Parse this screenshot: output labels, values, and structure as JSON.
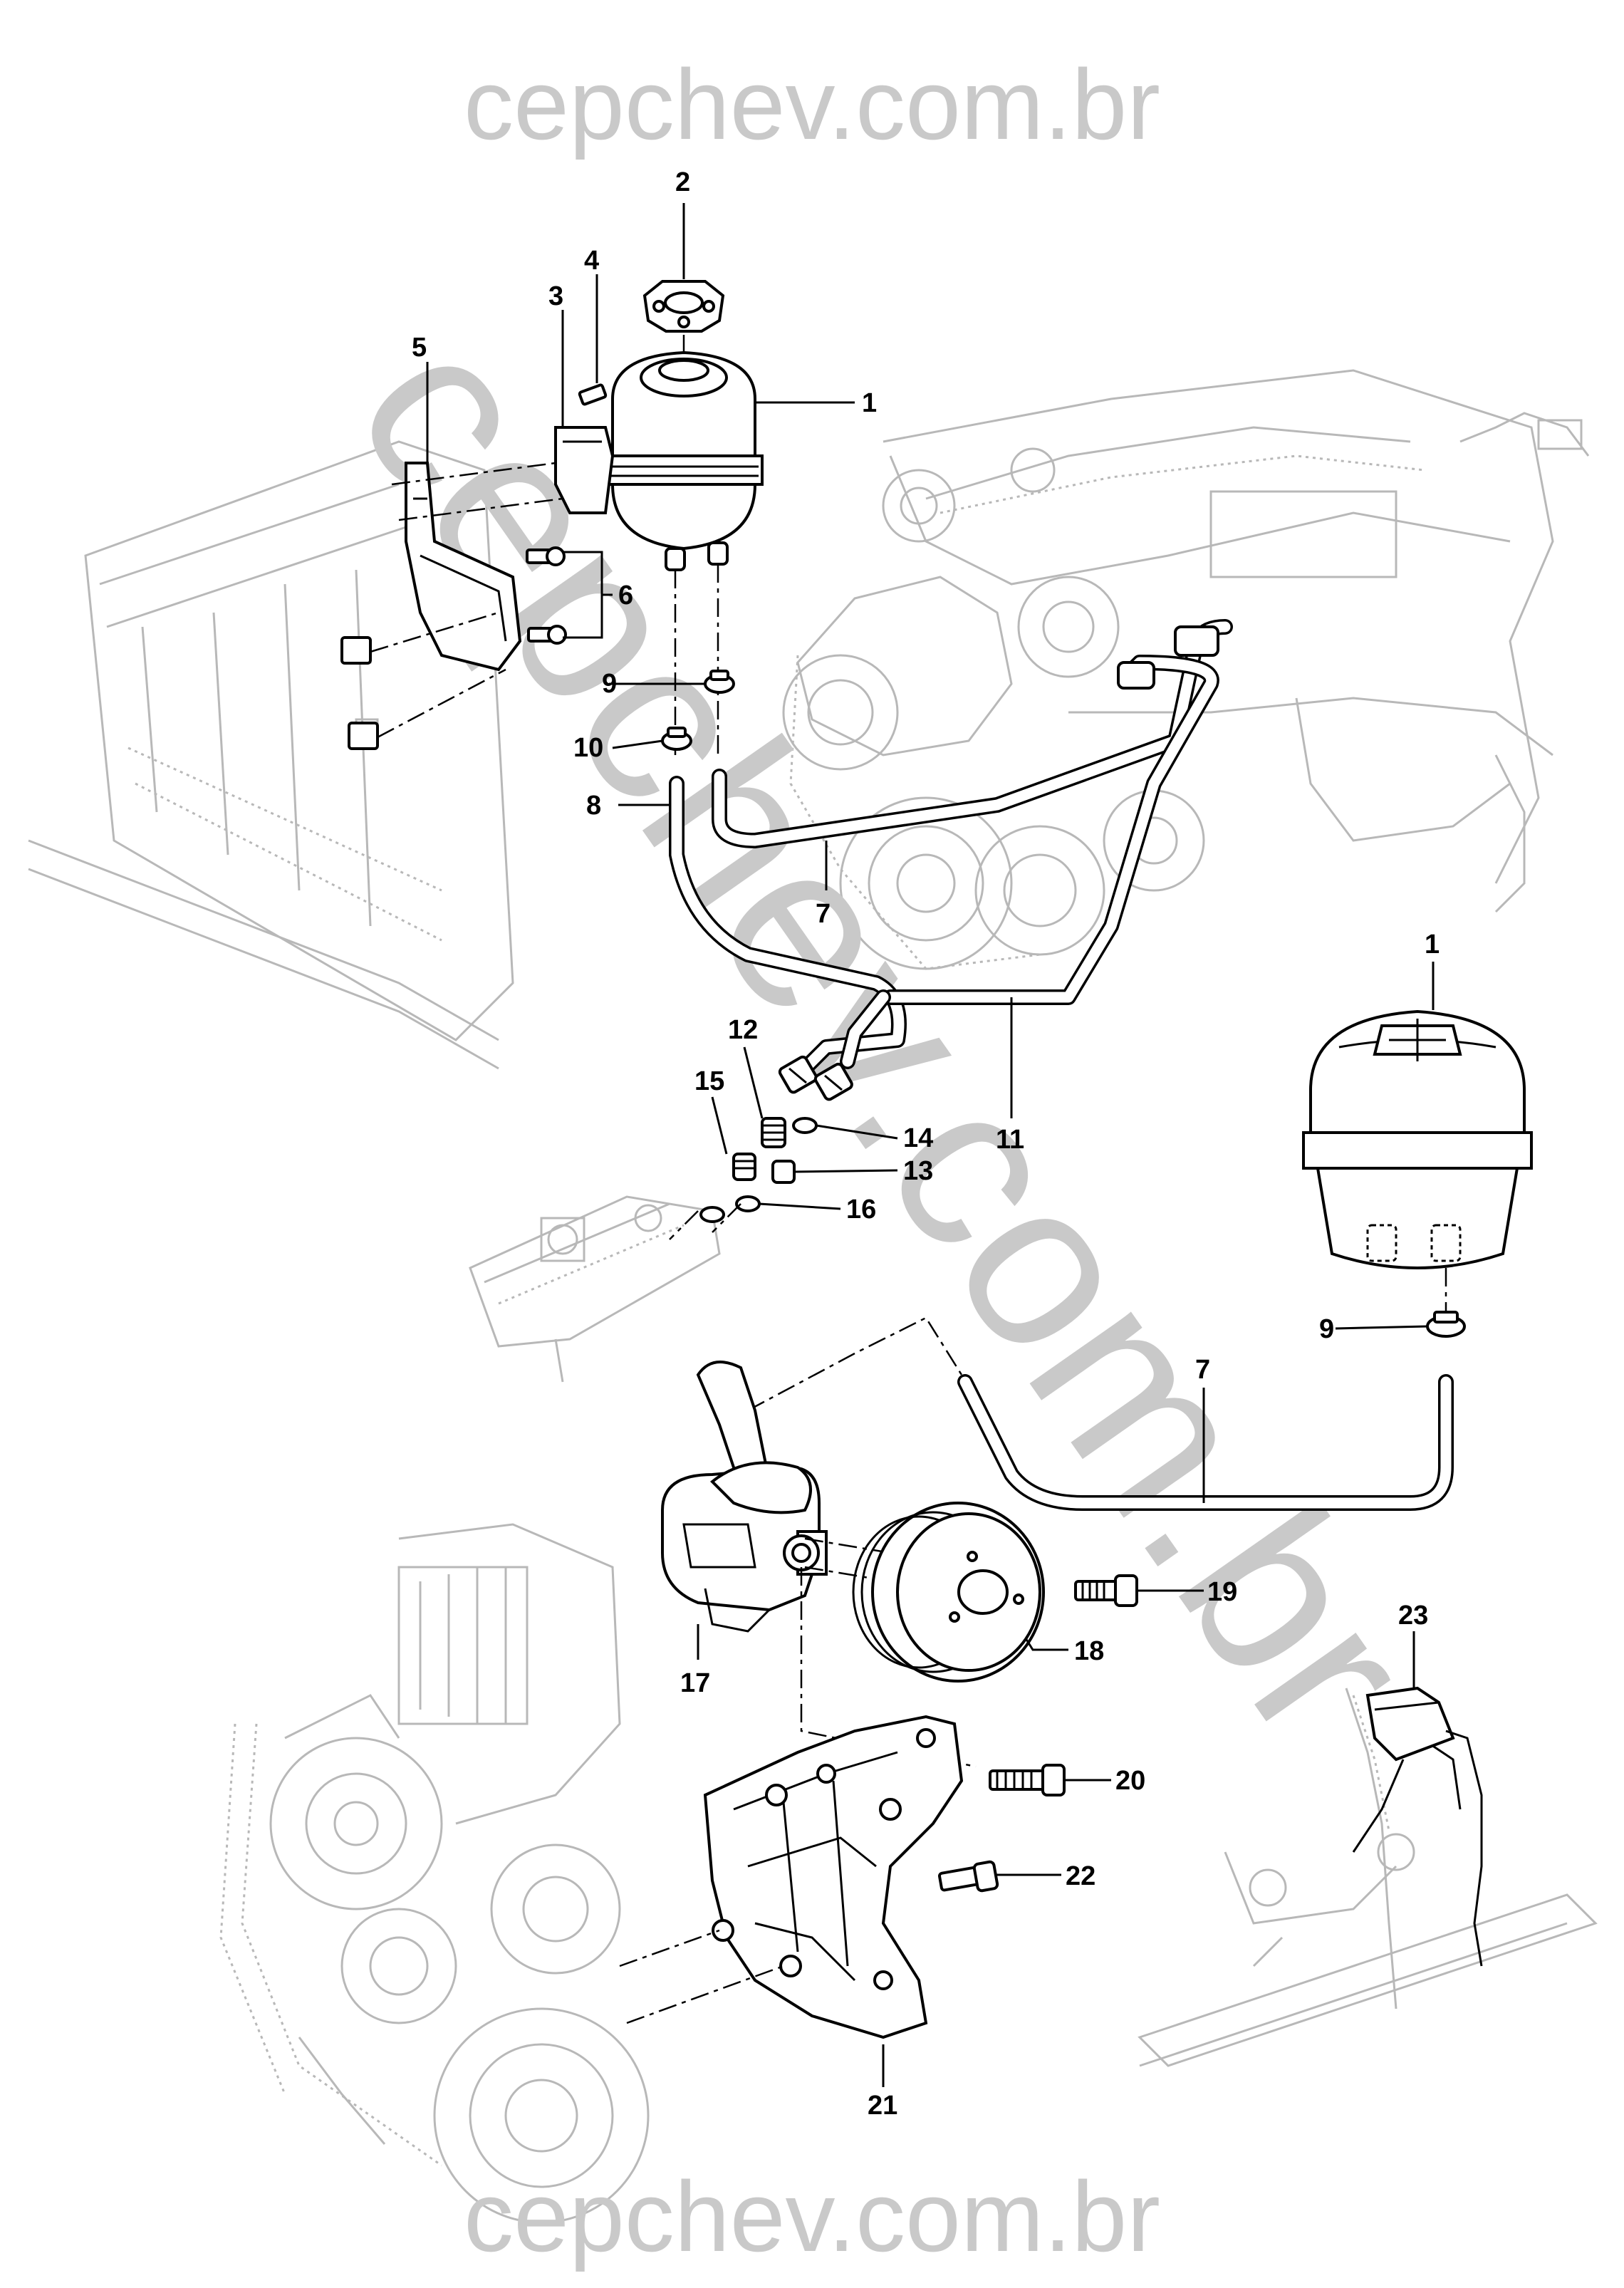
{
  "watermark": {
    "top": "cepchev.com.br",
    "bottom": "cepchev.com.br",
    "diagonal": "cepchev.com.br"
  },
  "callouts": [
    {
      "id": "c1a",
      "text": "1"
    },
    {
      "id": "c2",
      "text": "2"
    },
    {
      "id": "c3",
      "text": "3"
    },
    {
      "id": "c4",
      "text": "4"
    },
    {
      "id": "c5",
      "text": "5"
    },
    {
      "id": "c6",
      "text": "6"
    },
    {
      "id": "c7a",
      "text": "7"
    },
    {
      "id": "c8",
      "text": "8"
    },
    {
      "id": "c9a",
      "text": "9"
    },
    {
      "id": "c10",
      "text": "10"
    },
    {
      "id": "c11",
      "text": "11"
    },
    {
      "id": "c12",
      "text": "12"
    },
    {
      "id": "c13",
      "text": "13"
    },
    {
      "id": "c14",
      "text": "14"
    },
    {
      "id": "c15",
      "text": "15"
    },
    {
      "id": "c16",
      "text": "16"
    },
    {
      "id": "c1b",
      "text": "1"
    },
    {
      "id": "c9b",
      "text": "9"
    },
    {
      "id": "c7b",
      "text": "7"
    },
    {
      "id": "c17",
      "text": "17"
    },
    {
      "id": "c18",
      "text": "18"
    },
    {
      "id": "c19",
      "text": "19"
    },
    {
      "id": "c20",
      "text": "20"
    },
    {
      "id": "c21",
      "text": "21"
    },
    {
      "id": "c22",
      "text": "22"
    },
    {
      "id": "c23",
      "text": "23"
    }
  ],
  "colors": {
    "lineart": "#000000",
    "background_art": "#b8b8b8",
    "watermark": "#c9c9c9"
  }
}
